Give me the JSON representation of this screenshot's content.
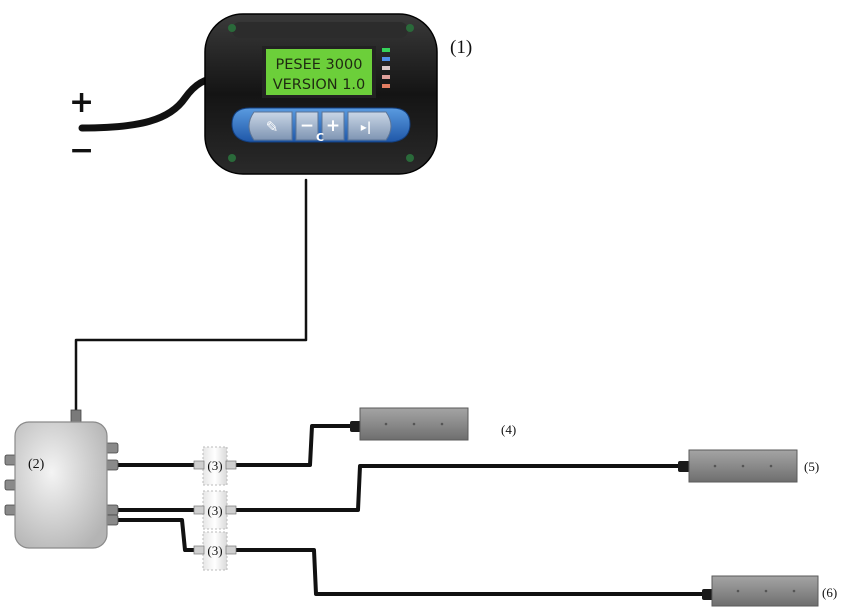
{
  "indicator": {
    "lcd_line1": "PESEE 3000",
    "lcd_line2": "VERSION 1.0",
    "label": "(1)",
    "led_colors": [
      "#35d35a",
      "#4f8fe8",
      "#d8c8c8",
      "#e0a09a",
      "#e27d62"
    ],
    "buttons": [
      {
        "name": "tool-button",
        "glyph": "✎"
      },
      {
        "name": "minus-button",
        "glyph": "−"
      },
      {
        "name": "plus-button",
        "glyph": "+"
      },
      {
        "name": "next-button",
        "glyph": "▸|"
      }
    ],
    "c_glyph": "C"
  },
  "power": {
    "plus": "+",
    "minus": "−"
  },
  "junction_box": {
    "label": "(2)"
  },
  "connectors": [
    {
      "label": "(3)"
    },
    {
      "label": "(3)"
    },
    {
      "label": "(3)"
    }
  ],
  "load_cells": [
    {
      "label": "(4)"
    },
    {
      "label": "(5)"
    },
    {
      "label": "(6)"
    }
  ],
  "colors": {
    "cable": "#111111",
    "lcd": "#6ccf3a",
    "keypad": "#2f6fc0",
    "housing": "#1a1a1a",
    "load_cell": "#8a8a8a"
  }
}
